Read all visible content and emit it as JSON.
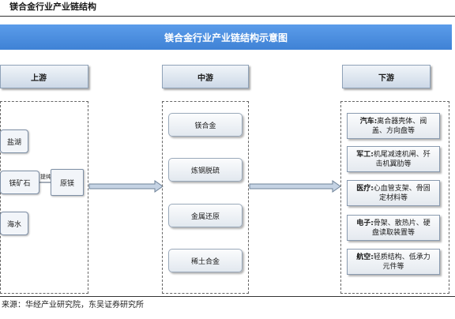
{
  "page_title": "镁合金行业产业链结构",
  "banner_title": "镁合金行业产业链结构示意图",
  "upstream": {
    "header": "上游",
    "sources": [
      "盐湖",
      "镁矿石",
      "海水"
    ],
    "process_label": "提纯",
    "product": "原镁"
  },
  "midstream": {
    "header": "中游",
    "items": [
      "镁合金",
      "炼钢脱硫",
      "金属还原",
      "稀土合金"
    ]
  },
  "downstream": {
    "header": "下游",
    "items": [
      {
        "label": "汽车:",
        "detail": "离合器壳体、阀盖、方向盘等"
      },
      {
        "label": "军工:",
        "detail": "机尾减速机闸、歼击机翼肋等"
      },
      {
        "label": "医疗:",
        "detail": "心血管支架、骨固定材料等"
      },
      {
        "label": "电子:",
        "detail": "骨架、散热片、硬盘读取装置等"
      },
      {
        "label": "航空:",
        "detail": "轻质结构、低承力元件等"
      }
    ]
  },
  "source_note": "来源：华经产业研究院，东吴证券研究所",
  "colors": {
    "banner": "#3f82d5",
    "header_fill": "#cdd9e7",
    "arrow_fill": "#c5d3e4",
    "arrow_stroke": "#6f8399"
  }
}
